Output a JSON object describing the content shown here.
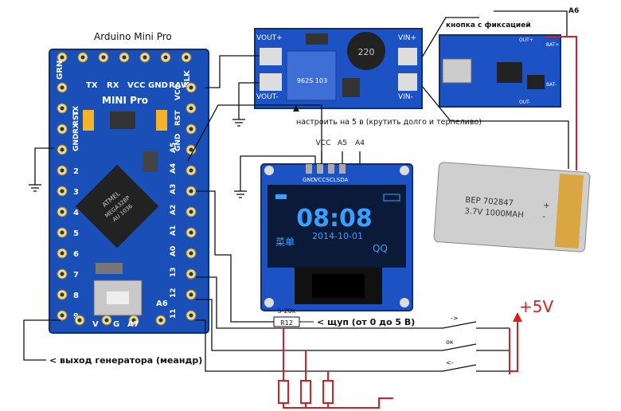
{
  "arduino": {
    "title": "Arduino Mini Pro",
    "top_pins": [
      "GRN",
      "TX",
      "RX",
      "VCC",
      "GND",
      "RAW",
      "BLK"
    ],
    "board_text": "MINI Pro",
    "left_side_labels": [
      "RX",
      "TX"
    ],
    "left_col_labels": [
      "GND",
      "RST"
    ],
    "right_col_labels": [
      "GND",
      "RST",
      "VCC"
    ],
    "left_pin_numbers": [
      "2",
      "3",
      "4",
      "5",
      "6",
      "7",
      "8",
      "9"
    ],
    "right_pin_labels": [
      "A5",
      "A4",
      "A3",
      "A2",
      "A1",
      "A0",
      "13",
      "12",
      "11"
    ],
    "bottom_labels": [
      "A6",
      "A7",
      "V",
      "G"
    ],
    "chip_text": [
      "ATMEL",
      "MEGA328P",
      "AU 1036"
    ]
  },
  "booster": {
    "vout_plus": "VOUT+",
    "vout_minus": "VOUT-",
    "vin_plus": "VIN+",
    "vin_minus": "VIN-",
    "inductor": "220",
    "trimmer": "962S 103",
    "note": "настроить на 5 в (крутить долго и терпеливо)"
  },
  "charger": {
    "button_label": "кнопка с фиксацией",
    "a6_label": "A6",
    "bat_plus": "BAT+",
    "bat_minus": "BAT-",
    "out_plus": "OUT+",
    "out_minus": "OUT-"
  },
  "battery": {
    "model": "BEP 702847",
    "spec": "3.7V 1000MAH",
    "plus": "+",
    "minus": "-"
  },
  "oled": {
    "header_pins": [
      "VCC",
      "A5",
      "A4"
    ],
    "pin_labels": [
      "GND",
      "VCC",
      "SCL",
      "SDA"
    ],
    "time": "08:08",
    "date": "2014-10-01",
    "menu": "菜单",
    "qq": "QQ"
  },
  "resistor": {
    "value": "5-20k",
    "name": "R12"
  },
  "labels": {
    "probe": "< щуп (от 0 до 5 В)",
    "generator_out": "< выход генератора (меандр)",
    "switch_right": "->",
    "switch_ok": "ок",
    "switch_left": "<-",
    "plus5v": "+5V"
  },
  "colors": {
    "pcb": "#1a4fb8",
    "red_wire": "#d81e1e",
    "oled_bg": "#0a1a38",
    "oled_text": "#3aa0ff"
  }
}
